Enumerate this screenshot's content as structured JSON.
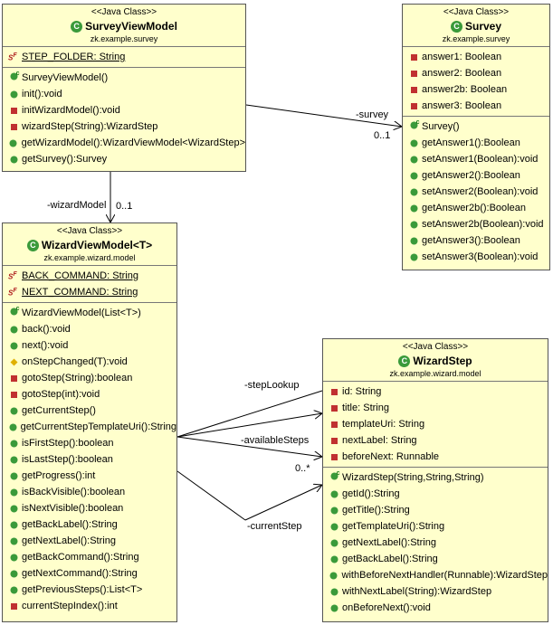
{
  "classes": {
    "survey_view_model": {
      "stereotype": "<<Java Class>>",
      "name": "SurveyViewModel",
      "package": "zk.example.survey",
      "fields": [
        {
          "vis": "static-final",
          "text": "STEP_FOLDER: String"
        }
      ],
      "methods": [
        {
          "vis": "ctor",
          "text": "SurveyViewModel()"
        },
        {
          "vis": "public",
          "text": "init():void"
        },
        {
          "vis": "private",
          "text": "initWizardModel():void"
        },
        {
          "vis": "private",
          "text": "wizardStep(String):WizardStep"
        },
        {
          "vis": "public",
          "text": "getWizardModel():WizardViewModel<WizardStep>"
        },
        {
          "vis": "public",
          "text": "getSurvey():Survey"
        }
      ]
    },
    "survey": {
      "stereotype": "<<Java Class>>",
      "name": "Survey",
      "package": "zk.example.survey",
      "fields": [
        {
          "vis": "private",
          "text": "answer1: Boolean"
        },
        {
          "vis": "private",
          "text": "answer2: Boolean"
        },
        {
          "vis": "private",
          "text": "answer2b: Boolean"
        },
        {
          "vis": "private",
          "text": "answer3: Boolean"
        }
      ],
      "methods": [
        {
          "vis": "ctor",
          "text": "Survey()"
        },
        {
          "vis": "public",
          "text": "getAnswer1():Boolean"
        },
        {
          "vis": "public",
          "text": "setAnswer1(Boolean):void"
        },
        {
          "vis": "public",
          "text": "getAnswer2():Boolean"
        },
        {
          "vis": "public",
          "text": "setAnswer2(Boolean):void"
        },
        {
          "vis": "public",
          "text": "getAnswer2b():Boolean"
        },
        {
          "vis": "public",
          "text": "setAnswer2b(Boolean):void"
        },
        {
          "vis": "public",
          "text": "getAnswer3():Boolean"
        },
        {
          "vis": "public",
          "text": "setAnswer3(Boolean):void"
        }
      ]
    },
    "wizard_view_model": {
      "stereotype": "<<Java Class>>",
      "name": "WizardViewModel<T>",
      "package": "zk.example.wizard.model",
      "fields": [
        {
          "vis": "static-final",
          "text": "BACK_COMMAND: String"
        },
        {
          "vis": "static-final",
          "text": "NEXT_COMMAND: String"
        }
      ],
      "methods": [
        {
          "vis": "ctor",
          "text": "WizardViewModel(List<T>)"
        },
        {
          "vis": "public",
          "text": "back():void"
        },
        {
          "vis": "public",
          "text": "next():void"
        },
        {
          "vis": "protected",
          "text": "onStepChanged(T):void"
        },
        {
          "vis": "private",
          "text": "gotoStep(String):boolean"
        },
        {
          "vis": "private",
          "text": "gotoStep(int):void"
        },
        {
          "vis": "public",
          "text": "getCurrentStep()"
        },
        {
          "vis": "public",
          "text": "getCurrentStepTemplateUri():String"
        },
        {
          "vis": "public",
          "text": "isFirstStep():boolean"
        },
        {
          "vis": "public",
          "text": "isLastStep():boolean"
        },
        {
          "vis": "public",
          "text": "getProgress():int"
        },
        {
          "vis": "public",
          "text": "isBackVisible():boolean"
        },
        {
          "vis": "public",
          "text": "isNextVisible():boolean"
        },
        {
          "vis": "public",
          "text": "getBackLabel():String"
        },
        {
          "vis": "public",
          "text": "getNextLabel():String"
        },
        {
          "vis": "public",
          "text": "getBackCommand():String"
        },
        {
          "vis": "public",
          "text": "getNextCommand():String"
        },
        {
          "vis": "public",
          "text": "getPreviousSteps():List<T>"
        },
        {
          "vis": "private",
          "text": "currentStepIndex():int"
        }
      ]
    },
    "wizard_step": {
      "stereotype": "<<Java Class>>",
      "name": "WizardStep",
      "package": "zk.example.wizard.model",
      "fields": [
        {
          "vis": "private",
          "text": "id: String"
        },
        {
          "vis": "private",
          "text": "title: String"
        },
        {
          "vis": "private",
          "text": "templateUri: String"
        },
        {
          "vis": "private",
          "text": "nextLabel: String"
        },
        {
          "vis": "private",
          "text": "beforeNext: Runnable"
        }
      ],
      "methods": [
        {
          "vis": "ctor",
          "text": "WizardStep(String,String,String)"
        },
        {
          "vis": "public",
          "text": "getId():String"
        },
        {
          "vis": "public",
          "text": "getTitle():String"
        },
        {
          "vis": "public",
          "text": "getTemplateUri():String"
        },
        {
          "vis": "public",
          "text": "getNextLabel():String"
        },
        {
          "vis": "public",
          "text": "getBackLabel():String"
        },
        {
          "vis": "public",
          "text": "withBeforeNextHandler(Runnable):WizardStep"
        },
        {
          "vis": "public",
          "text": "withNextLabel(String):WizardStep"
        },
        {
          "vis": "public",
          "text": "onBeforeNext():void"
        }
      ]
    }
  },
  "associations": {
    "survey": {
      "role": "-survey",
      "multiplicity": "0..1"
    },
    "wizard_model": {
      "role": "-wizardModel",
      "multiplicity": "0..1"
    },
    "step_lookup": {
      "role": "-stepLookup"
    },
    "available_steps": {
      "role": "-availableSteps",
      "multiplicity": "0..*"
    },
    "current_step": {
      "role": "-currentStep"
    }
  },
  "colors": {
    "class_fill": "#ffffcc",
    "public": "#3a9a3a",
    "private": "#c03030",
    "protected": "#e0b000"
  }
}
